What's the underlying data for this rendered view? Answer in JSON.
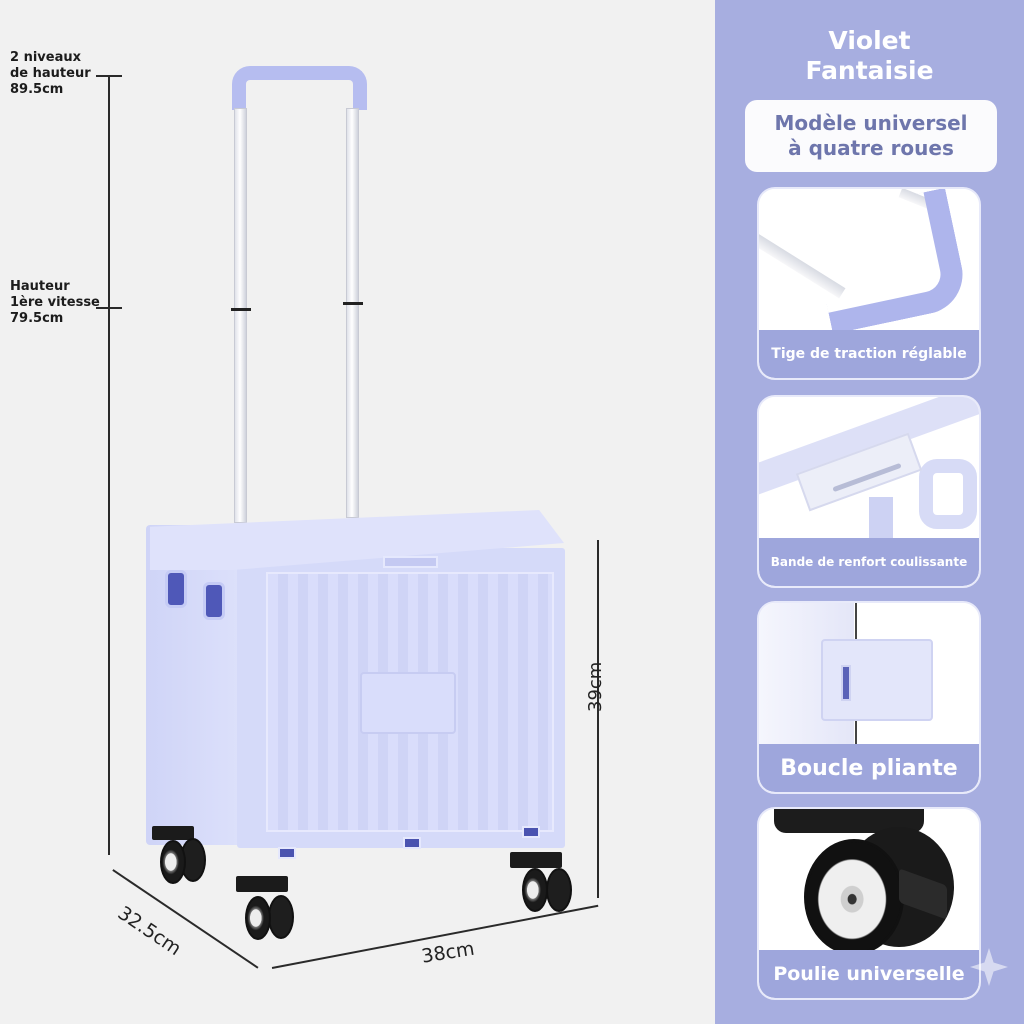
{
  "dimensions": {
    "height_max_label": "2 niveaux\nde hauteur\n89.5cm",
    "height_min_label": "Hauteur\n1ère vitesse\n79.5cm",
    "box_height": "39cm",
    "depth": "32.5cm",
    "width": "38cm"
  },
  "panel": {
    "title": "Violet\nFantaisie",
    "subtitle": "Modèle universel\nà quatre roues",
    "features": [
      {
        "caption": "Tige de traction réglable",
        "icon": "telescopic-handle"
      },
      {
        "caption": "Bande de renfort coulissante",
        "icon": "reinforcement-clip"
      },
      {
        "caption": "Boucle pliante",
        "icon": "folding-buckle"
      },
      {
        "caption": "Poulie universelle",
        "icon": "swivel-wheel"
      }
    ]
  },
  "colors": {
    "panel_background": "#a7aee0",
    "product_lavender": "#d5daf9",
    "subtitle_text": "#6e76ac",
    "caption_band": "#9ea6dc",
    "page_background": "#f1f1f1"
  }
}
